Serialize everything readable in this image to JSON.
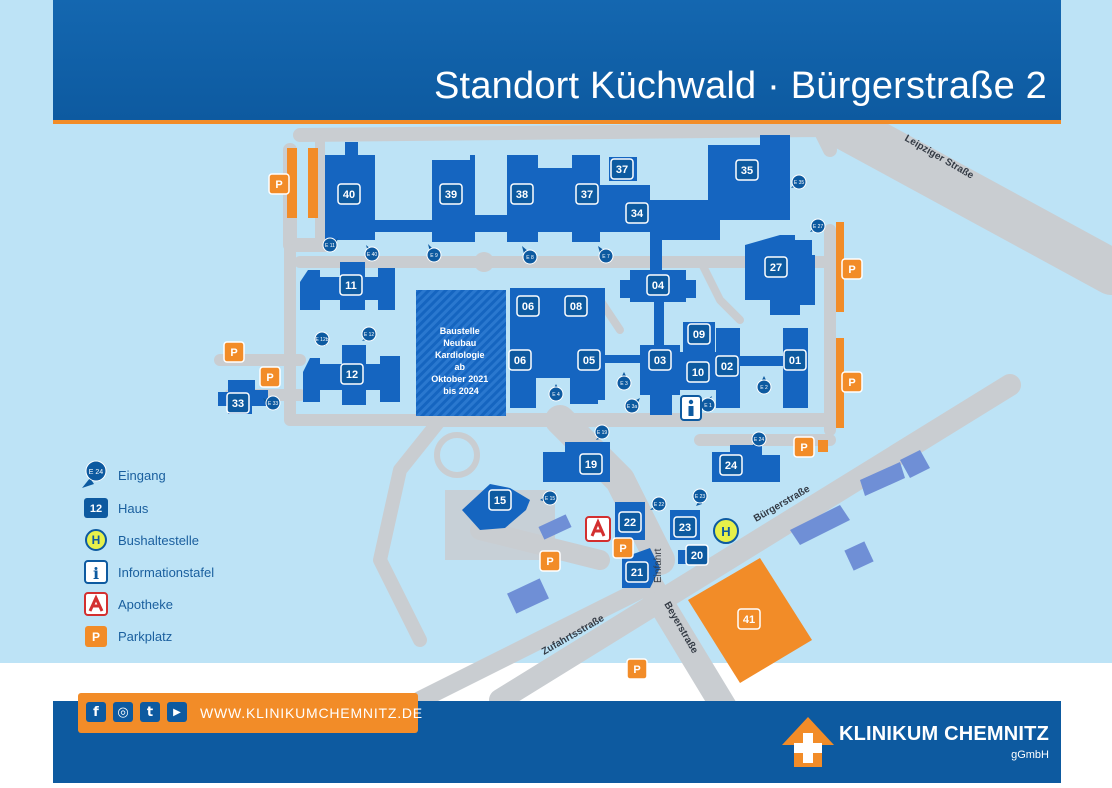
{
  "header": {
    "title": "Standort Küchwald · Bürgerstraße 2"
  },
  "colors": {
    "header_blue": "#1467b0",
    "accent_orange": "#f28c28",
    "water_blue": "#bde3f6",
    "road_grey": "#c9cdd1",
    "building_blue": "#1565c0",
    "label_blue": "#0d5aa0",
    "bus_yellow": "#e6f04a"
  },
  "map": {
    "buildings": {
      "b40": "40",
      "b39": "39",
      "b38": "38",
      "b37a": "37",
      "b37b": "37",
      "b34": "34",
      "b35": "35",
      "b27": "27",
      "b11": "11",
      "b12": "12",
      "b33": "33",
      "b06a": "06",
      "b08": "08",
      "b06b": "06",
      "b05": "05",
      "b04": "04",
      "b03": "03",
      "b09": "09",
      "b10": "10",
      "b02": "02",
      "b01": "01",
      "b19": "19",
      "b24": "24",
      "b15": "15",
      "b22": "22",
      "b23": "23",
      "b20": "20",
      "b21": "21",
      "b41": "41"
    },
    "entrances": {
      "e35": "E 35",
      "e27": "E 27",
      "e11": "E 11",
      "e40": "E 40",
      "e9": "E 9",
      "e8": "E 8",
      "e7": "E 7",
      "e12b": "E 12b",
      "e12": "E 12",
      "e33": "E 33",
      "e4": "E 4",
      "e3": "E 3",
      "e3a": "E 3a",
      "e1": "E 1",
      "e2": "E 2",
      "e19": "E 19",
      "e24": "E 24",
      "e15": "E 15",
      "e22": "E 22",
      "e23": "E 23"
    },
    "parking_label": "P",
    "construction": {
      "line1": "Baustelle",
      "line2": "Neubau",
      "line3": "Kardiologie",
      "line4": "ab",
      "line5": "Oktober 2021",
      "line6": "bis 2024"
    },
    "streets": {
      "leipziger": "Leipziger Straße",
      "buerger": "Bürgerstraße",
      "zufahrt": "Zufahrtsstraße",
      "beyer": "Beyerstraße",
      "einfahrt": "Einfahrt"
    }
  },
  "legend": {
    "items": [
      {
        "icon": "entrance-pin-icon",
        "sample": "E 24",
        "label": "Eingang"
      },
      {
        "icon": "building-number-icon",
        "sample": "12",
        "label": "Haus"
      },
      {
        "icon": "bus-stop-icon",
        "sample": "H",
        "label": "Bushaltestelle"
      },
      {
        "icon": "info-board-icon",
        "sample": "i",
        "label": "Informationstafel"
      },
      {
        "icon": "pharmacy-icon",
        "sample": "",
        "label": "Apotheke"
      },
      {
        "icon": "parking-icon",
        "sample": "P",
        "label": "Parkplatz"
      }
    ]
  },
  "footer": {
    "social": [
      "facebook-icon",
      "instagram-icon",
      "twitter-icon",
      "youtube-icon"
    ],
    "social_glyphs": [
      "f",
      "◎",
      "t",
      "▶"
    ],
    "website": "WWW.KLINIKUMCHEMNITZ.DE",
    "brand_name": "KLINIKUM CHEMNITZ",
    "brand_sub": "gGmbH"
  }
}
